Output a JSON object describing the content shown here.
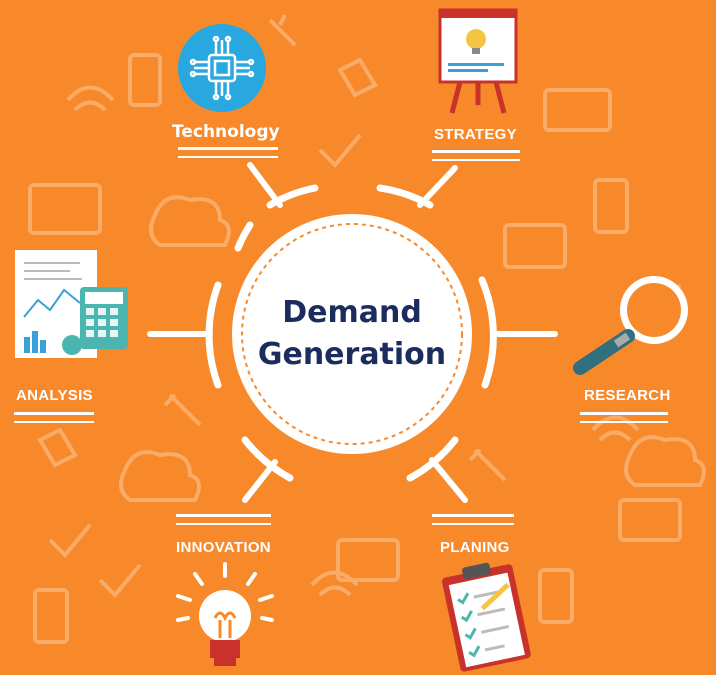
{
  "center": {
    "line1": "Demand",
    "line2": "Generation"
  },
  "nodes": {
    "technology": "Technology",
    "strategy": "STRATEGY",
    "analysis": "ANALYSIS",
    "research": "RESEARCH",
    "innovation": "INNOVATION",
    "planing": "PLANING"
  },
  "colors": {
    "background": "#f7892a",
    "center_circle": "#ffffff",
    "center_text": "#1d2c5e",
    "tech_icon": "#29a8e0",
    "accent_orange": "#f7892a"
  },
  "icons": {
    "technology": "microchip-icon",
    "strategy": "lightbulb-easel-icon",
    "analysis": "report-calculator-icon",
    "research": "magnifier-icon",
    "innovation": "lightbulb-icon",
    "planing": "clipboard-checklist-icon"
  }
}
